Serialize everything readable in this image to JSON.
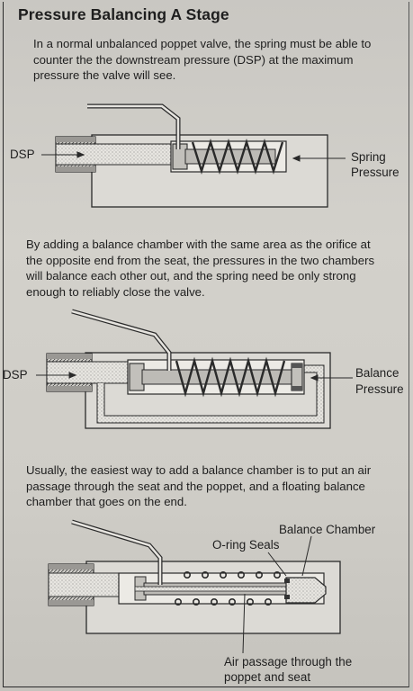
{
  "title": "Pressure Balancing A Stage",
  "paragraphs": {
    "p1": "In a normal unbalanced poppet valve, the spring must be able to counter the the downstream pressure  (DSP) at the maximum pressure the valve will see.",
    "p2": "By adding a balance chamber with the same area as the orifice at the opposite end from the seat, the pressures in the two chambers will balance each other out, and the spring need be only strong enough to reliably close the valve.",
    "p3": "Usually, the easiest way to add a balance chamber is to put an air passage through the seat and the poppet, and a floating balance chamber that goes on the end."
  },
  "diagram1": {
    "dsp": "DSP",
    "spring_line1": "Spring",
    "spring_line2": "Pressure"
  },
  "diagram2": {
    "dsp": "DSP",
    "balance_line1": "Balance",
    "balance_line2": "Pressure"
  },
  "diagram3": {
    "balance_chamber": "Balance Chamber",
    "oring": "O-ring Seals",
    "air_line1": "Air passage through the",
    "air_line2": "poppet and seat"
  }
}
